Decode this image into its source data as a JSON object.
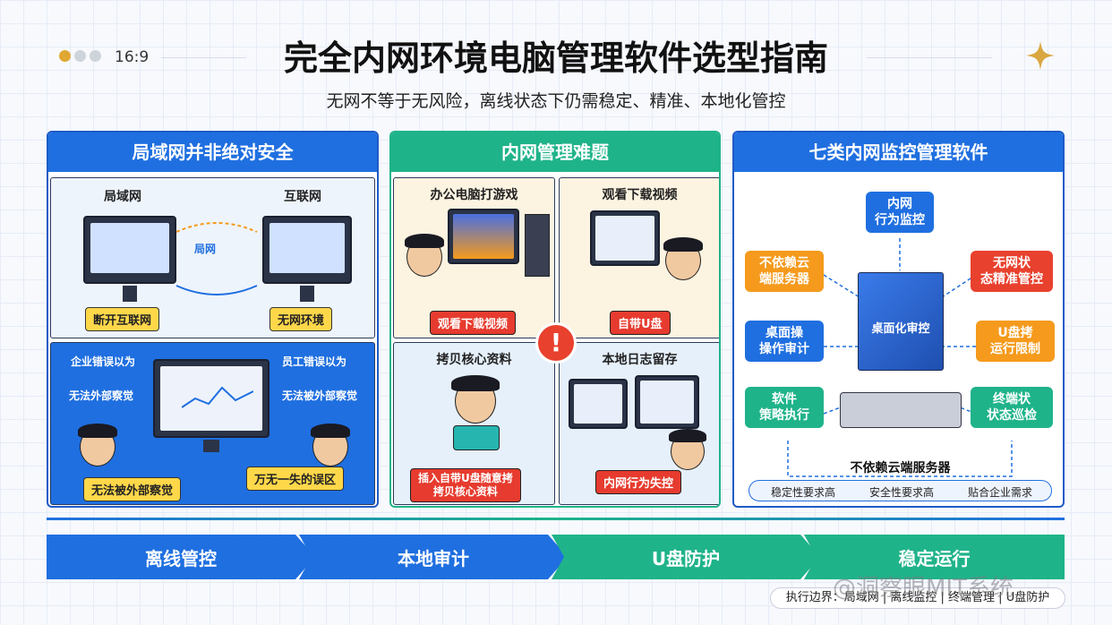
{
  "header": {
    "ratio": "16:9",
    "title": "完全内网环境电脑管理软件选型指南",
    "subtitle": "无网不等于无风险，离线状态下仍需稳定、精准、本地化管控"
  },
  "colors": {
    "blue": "#1f6fe0",
    "green": "#1fb38a",
    "orange": "#f59a1c",
    "red": "#e8412e",
    "yellow": "#ffd84a"
  },
  "panel1": {
    "title": "局域网并非绝对安全",
    "top": {
      "left_label": "局域网",
      "right_label": "互联网",
      "middle_label": "局网",
      "tag_left": "断开互联网",
      "tag_right": "无网环境"
    },
    "bottom": {
      "left_label": "企业错误以为",
      "right_label": "员工错误以为",
      "note_left": "无法外部察觉",
      "note_right": "无法被外部察觉",
      "tag_left": "无法被外部察觉",
      "tag_right": "万无一失的误区"
    }
  },
  "panel2": {
    "title": "内网管理难题",
    "cells": [
      {
        "title": "办公电脑打游戏",
        "tag": "观看下载视频"
      },
      {
        "title": "观看下载视频",
        "tag": "自带U盘"
      },
      {
        "title": "拷贝核心资料",
        "tag": "插入自带U盘随意拷\n拷贝核心资料"
      },
      {
        "title": "本地日志留存",
        "tag": "内网行为失控"
      }
    ],
    "alert_icon": "exclamation-icon"
  },
  "panel3": {
    "title": "七类内网监控管理软件",
    "items": {
      "top": "内网\n行为监控",
      "left1": "不依赖云\n端服务器",
      "right1": "无网状\n态精准管控",
      "left2": "桌面操\n操作审计",
      "right2": "U盘拷\n运行限制",
      "left3": "软件\n策略执行",
      "right3": "终端状\n状态巡检",
      "center": "桌面化审控"
    },
    "bottom_label": "不依赖云端服务器",
    "pills": [
      "稳定性要求高",
      "安全性要求高",
      "贴合企业需求"
    ]
  },
  "flow": [
    "离线管控",
    "本地审计",
    "U盘防护",
    "稳定运行"
  ],
  "footer": "执行边界：局域网 | 离线监控 | 终端管理 | U盘防护",
  "watermark": "@洞察眼MIT系统"
}
